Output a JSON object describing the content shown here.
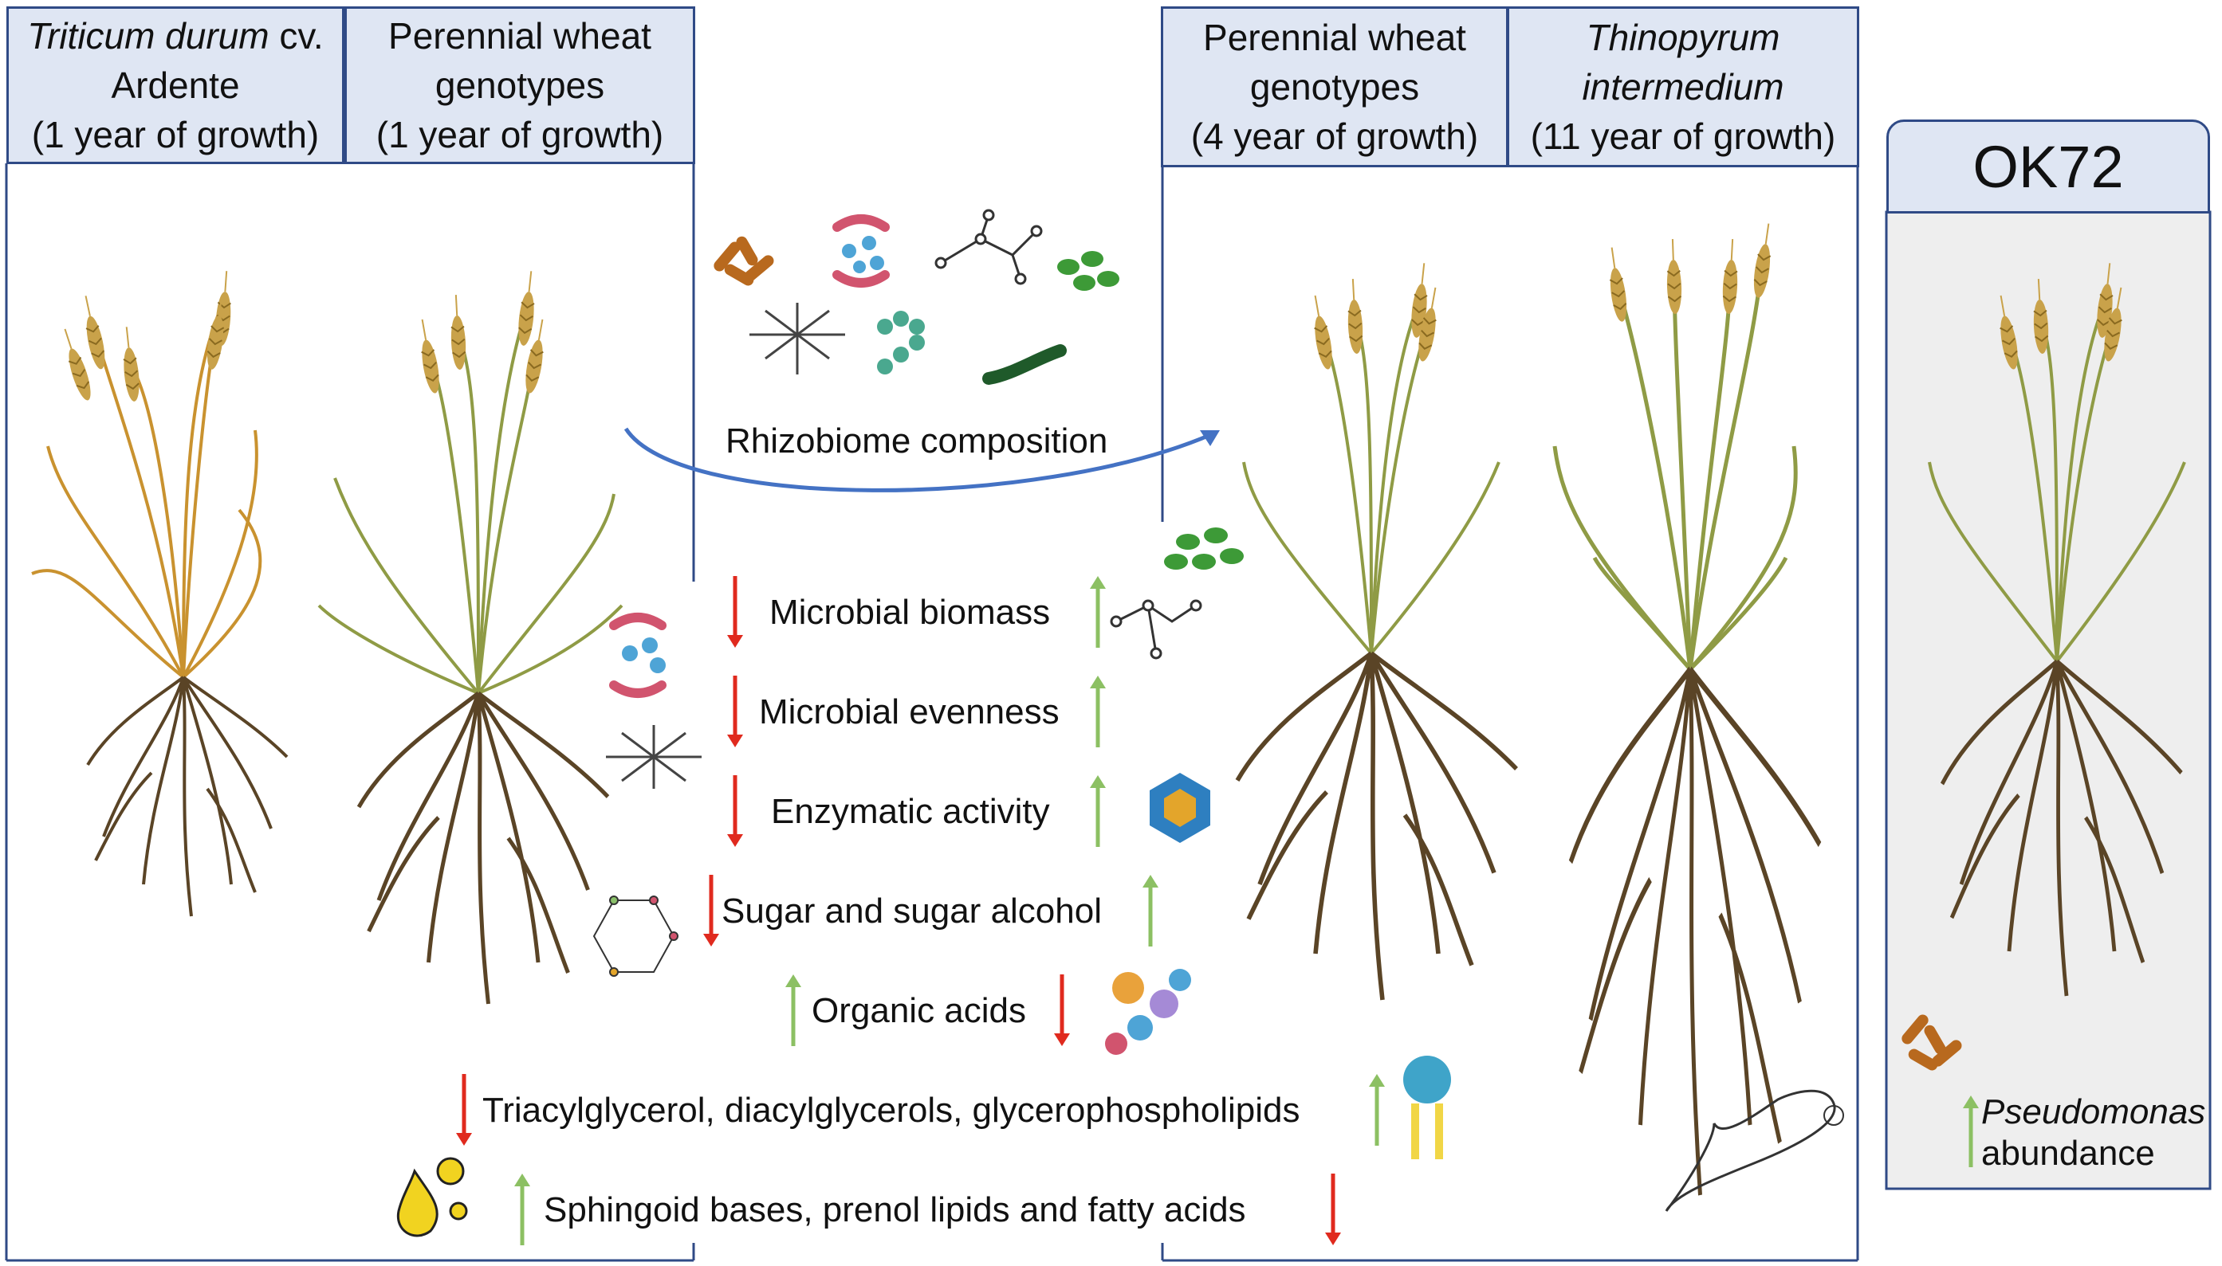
{
  "headers": {
    "durum": {
      "line1_italic": "Triticum durum",
      "line1_rest": " cv.",
      "line2": "Ardente",
      "line3": "(1 year of growth)"
    },
    "perennial1": {
      "line1": "Perennial wheat",
      "line2": "genotypes",
      "line3": "(1 year of growth)"
    },
    "perennial4": {
      "line1": "Perennial wheat",
      "line2": "genotypes",
      "line3": "(4  year of growth)"
    },
    "thinopyrum": {
      "line1": "Thinopyrum",
      "line2": "intermedium",
      "line3": "(11 year of growth)"
    }
  },
  "ok72": {
    "title": "OK72",
    "taxon": "Pseudomonas",
    "metric": "abundance"
  },
  "rhizobiome_label": "Rhizobiome composition",
  "traits": [
    {
      "label": "Microbial biomass",
      "left": "down",
      "right": "up"
    },
    {
      "label": "Microbial evenness",
      "left": "down",
      "right": "up"
    },
    {
      "label": "Enzymatic activity",
      "left": "down",
      "right": "up"
    },
    {
      "label": "Sugar and sugar alcohol",
      "left": "down",
      "right": "up"
    },
    {
      "label": "Organic acids",
      "left": "up",
      "right": "down"
    },
    {
      "label": "Triacylglycerol, diacylglycerols, glycerophospholipids",
      "left": "down",
      "right": "up"
    },
    {
      "label": "Sphingoid bases, prenol lipids and fatty acids",
      "left": "up",
      "right": "down"
    }
  ],
  "colors": {
    "frame": "#2f4a86",
    "header_fill": "#dfe6f3",
    "up_arrow": "#8cc063",
    "down_arrow": "#e02a1e",
    "curve_arrow": "#4472c4",
    "ok72_fill": "#eeeeee"
  },
  "icons": [
    "rod-bacteria-icon",
    "cocci-bacteria-icon",
    "branching-network-icon",
    "green-cells-icon",
    "fungal-mycelium-icon",
    "chain-bacteria-icon",
    "filament-bacteria-icon",
    "enzyme-icon",
    "sugar-molecule-icon",
    "organic-acid-molecule-icon",
    "lipid-icon",
    "oil-droplets-icon",
    "wheat-plant-icon",
    "signature-icon"
  ]
}
